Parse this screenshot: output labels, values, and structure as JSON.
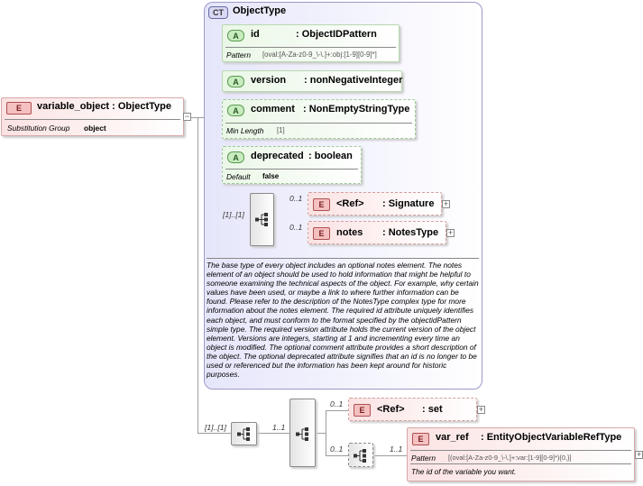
{
  "root": {
    "badge": "E",
    "name": "variable_object",
    "type": ": ObjectType",
    "prop_label": "Substitution Group",
    "prop_value": "object"
  },
  "complex_type": {
    "badge": "CT",
    "title": "ObjectType",
    "documentation": "The base type of every object includes an optional notes element. The notes element of an object should be used to hold information that might be helpful to someone examining the technical aspects of the object. For example, why certain values have been used, or maybe a link to where further information can be found. Please refer to the description of the NotesType complex type for more information about the notes element. The required id attribute uniquely identifies each object, and must conform to the format specified by the objectidPattern simple type. The required version attribute holds the current version of the object element. Versions are integers, starting at 1 and incrementing every time an object is modified. The optional comment attribute provides a short description of the object. The optional deprecated attribute signifies that an id is no longer to be used or referenced but the information has been kept around for historic purposes."
  },
  "attributes": [
    {
      "badge": "A",
      "name": "id",
      "type": ": ObjectIDPattern",
      "prop_label": "Pattern",
      "prop_value": "[oval:[A-Za-z0-9_\\-\\.]+:obj:[1-9][0-9]*]"
    },
    {
      "badge": "A",
      "name": "version",
      "type": ": nonNegativeInteger"
    },
    {
      "badge": "A",
      "name": "comment",
      "type": ": NonEmptyStringType",
      "prop_label": "Min Length",
      "prop_value": "[1]"
    },
    {
      "badge": "A",
      "name": "deprecated",
      "type": ": boolean",
      "prop_label": "Default",
      "prop_value": "false"
    }
  ],
  "inner_sequence": {
    "cardinality": "[1]..[1]",
    "elements": [
      {
        "badge": "E",
        "name": "<Ref>",
        "type": ": Signature",
        "cardinality": "0..1",
        "expand": "+"
      },
      {
        "badge": "E",
        "name": "notes",
        "type": ": NotesType",
        "cardinality": "0..1",
        "expand": "+"
      }
    ]
  },
  "outer_sequence": {
    "cardinality": "[1]..[1]",
    "connector_cardinality": "1..1",
    "set_element": {
      "badge": "E",
      "name": "<Ref>",
      "type": ": set",
      "cardinality": "0..1",
      "expand": "+"
    },
    "optional_cardinality": "0..1",
    "var_ref": {
      "badge": "E",
      "name": "var_ref",
      "type": ": EntityObjectVariableRefType",
      "cardinality": "1..1",
      "prop_label": "Pattern",
      "prop_value": "[(oval:[A-Za-z0-9_\\-\\.]+:var:[1-9][0-9]*){0,}]",
      "documentation": "The id of the variable you want.",
      "expand": "+"
    }
  },
  "root_expand": "−"
}
